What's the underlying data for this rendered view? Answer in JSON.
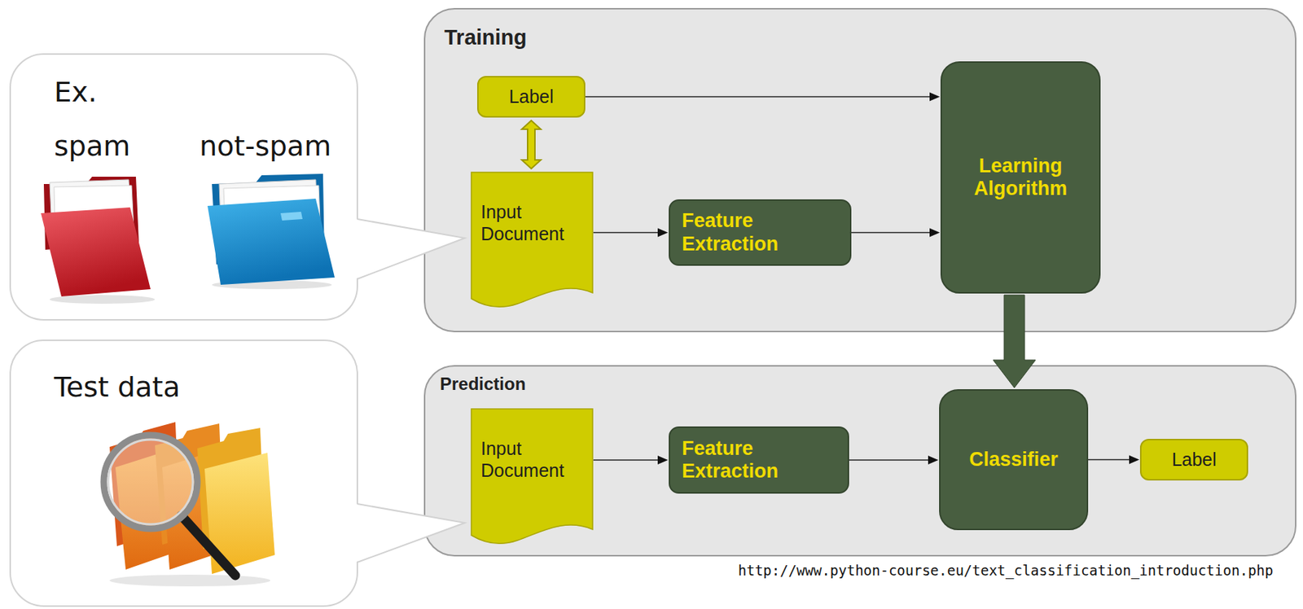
{
  "diagram": {
    "nodes": [
      {
        "text": [
          "Ex.",
          "spam",
          "not-spam"
        ]
      },
      {
        "text": [
          "Training"
        ]
      },
      {
        "text": [
          "Label"
        ],
        "in": 1
      },
      {
        "text": [
          "Input Document"
        ],
        "in": 1
      },
      {
        "text": [
          "Feature Extraction"
        ],
        "in": 1
      },
      {
        "text": [
          "Learning Algorithm"
        ],
        "in": 1
      },
      {
        "text": [
          "Test data"
        ]
      },
      {
        "text": [
          "Prediction"
        ]
      },
      {
        "text": [
          "Input Document"
        ],
        "in": 7
      },
      {
        "text": [
          "Feature Extraction"
        ],
        "in": 7
      },
      {
        "text": [
          "Classifier"
        ],
        "in": 7
      },
      {
        "text": [
          "Label"
        ],
        "in": 7
      }
    ],
    "edges": [
      {
        "from": 2,
        "to": 5,
        "arrow": "to"
      },
      {
        "from": 2,
        "to": 3,
        "arrow": "both"
      },
      {
        "from": 3,
        "to": 4,
        "arrow": "to"
      },
      {
        "from": 4,
        "to": 5,
        "arrow": "to"
      },
      {
        "from": 5,
        "to": 10,
        "arrow": "to"
      },
      {
        "from": 8,
        "to": 9,
        "arrow": "to"
      },
      {
        "from": 9,
        "to": 10,
        "arrow": "to"
      },
      {
        "from": 10,
        "to": 11,
        "arrow": "to"
      }
    ],
    "labels": [
      "http://www.python-course.eu/text_classification_introduction.php"
    ]
  }
}
